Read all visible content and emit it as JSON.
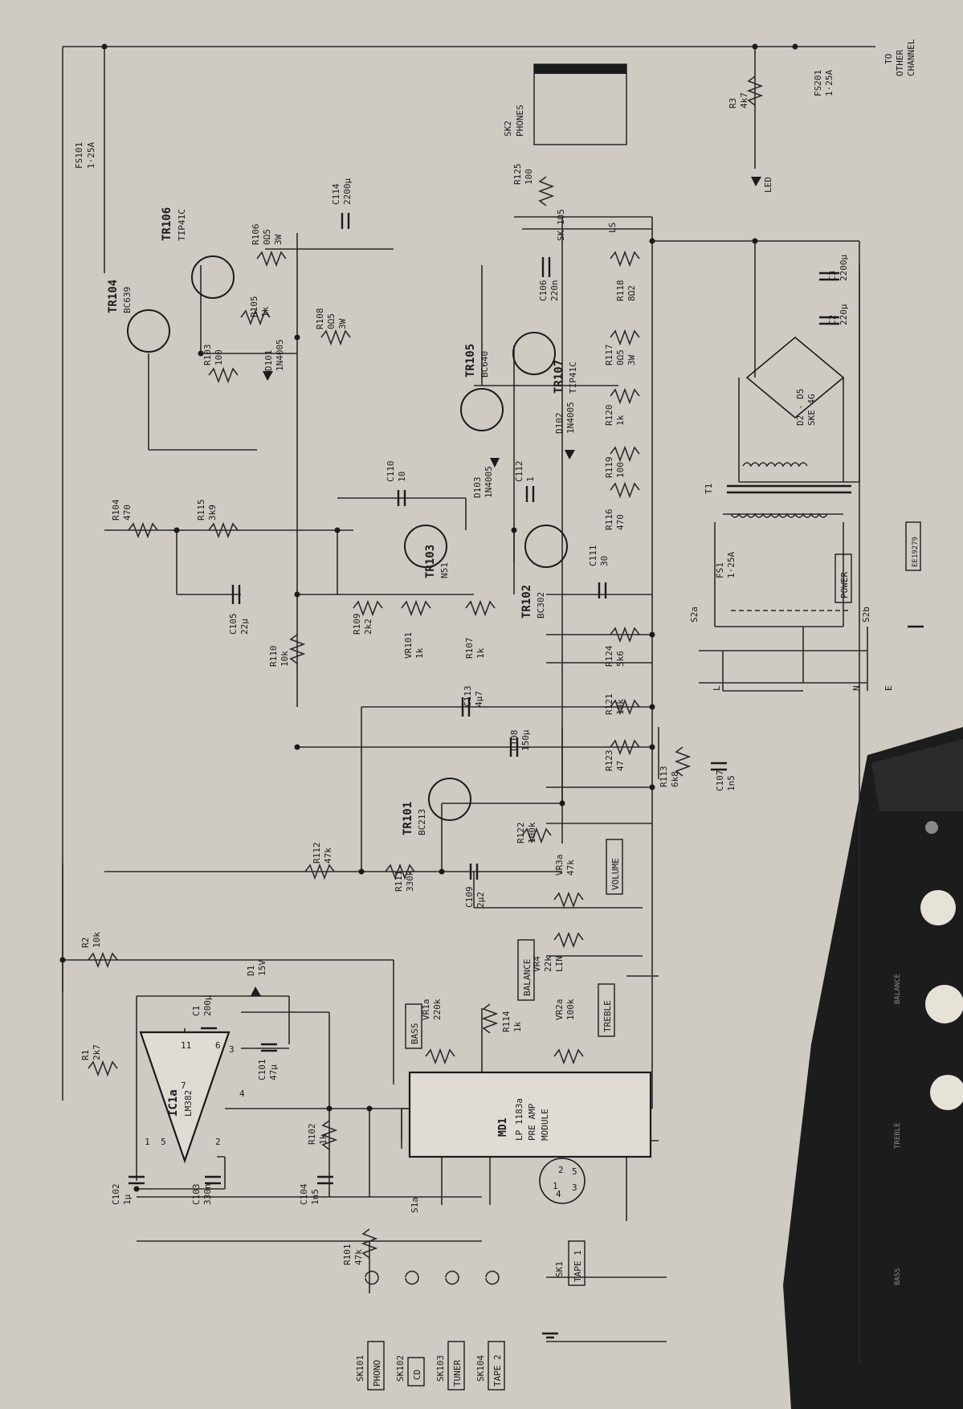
{
  "diagram": {
    "labels": {
      "fs101": "FS101",
      "fs101_val": "1·25A",
      "tr106": "TR106",
      "tr106_type": "TIP41C",
      "r106": "R106",
      "r106_val": "0Ω5",
      "r106_w": "3W",
      "c114": "C114",
      "c114_val": "2200µ",
      "r125": "R125",
      "r125_val": "100",
      "sk2": "SK2",
      "phones": "PHONES",
      "sk105": "SK 105",
      "ls": "LS",
      "r3": "R3",
      "r3_val": "4k7",
      "fs201": "FS201",
      "fs201_val": "1·25A",
      "to_other": "TO",
      "to_other2": "OTHER",
      "to_other3": "CHANNEL",
      "led": "LED",
      "tr104": "TR104",
      "tr104_type": "BC639",
      "r105": "R105",
      "r105_val": "1k",
      "c106": "C106",
      "c106_val": "220n",
      "r118": "R118",
      "r118_val": "8Ω2",
      "c3": "C3",
      "c3_val": "2200µ",
      "c2": "C2",
      "c2_val": "220µ",
      "r103": "R103",
      "r103_val": "100",
      "d101": "D101",
      "d101_type": "1N4005",
      "r108": "R108",
      "r108_val": "0Ω5",
      "r108_w": "3W",
      "tr105": "TR105",
      "tr105_type": "BC640",
      "tr107": "TR107",
      "tr107_type": "TIP41C",
      "r117": "R117",
      "r117_val": "0Ω5",
      "r117_w": "3W",
      "d2d5": "D2 - D5",
      "d2d5_type": "SKE 4G",
      "r120": "R120",
      "r120_val": "1k",
      "d102": "D102",
      "d102_type": "1N4005",
      "d103": "D103",
      "d103_type": "1N4005",
      "c110": "C110",
      "c110_val": "10",
      "c112": "C112",
      "c112_val": "1",
      "r119": "R119",
      "r119_val": "100",
      "r104": "R104",
      "r104_val": "470",
      "r115": "R115",
      "r115_val": "3k9",
      "r116": "R116",
      "r116_val": "470",
      "t1": "T1",
      "fs1": "FS1",
      "fs1_val": "1·25A",
      "c105": "C105",
      "c105_val": "22µ",
      "r109": "R109",
      "r109_val": "2k2",
      "tr103": "TR103",
      "tr103_type": "N51",
      "tr102": "TR102",
      "tr102_type": "BC302",
      "c111": "C111",
      "c111_val": "30",
      "power": "POWER",
      "s2a": "S2a",
      "s2b": "S2b",
      "r110": "R110",
      "r110_val": "10k",
      "vr101": "VR101",
      "vr101_val": "1k",
      "r107": "R107",
      "r107_val": "1k",
      "r124": "R124",
      "r124_val": "5k6",
      "l": "L",
      "n": "N",
      "e": "E",
      "c113": "C113",
      "c113_val": "4µ7",
      "r121": "R121",
      "r121_val": "10k",
      "c108": "C108",
      "c108_val": "150µ",
      "r123": "R123",
      "r123_val": "47",
      "r113": "R113",
      "r113_val": "6k8",
      "c107": "C107",
      "c107_val": "1n5",
      "tr101": "TR101",
      "tr101_type": "BC213",
      "r122": "R122",
      "r122_val": "100k",
      "r112": "R112",
      "r112_val": "47k",
      "r111": "R111",
      "r111_val": "330k",
      "c109": "C109",
      "c109_val": "2µ2",
      "vr3a": "VR3a",
      "vr3a_val": "47k",
      "volume": "VOLUME",
      "r2": "R2",
      "r2_val": "10k",
      "balance": "BALANCE",
      "vr4": "VR4",
      "vr4_val": "22k",
      "vr4_type": "LIN",
      "d1": "D1",
      "d1_val": "15V",
      "c1": "C1",
      "c1_val": "200µ",
      "bass": "BASS",
      "vr1a": "VR1a",
      "vr1a_val": "220k",
      "r114": "R114",
      "r114_val": "1k",
      "vr2a": "VR2a",
      "vr2a_val": "100k",
      "treble": "TREBLE",
      "r1": "R1",
      "r1_val": "2k7",
      "md1": "MD1",
      "md1_type": "LP 1183a",
      "md1_desc1": "PRE AMP",
      "md1_desc2": "MODULE",
      "ic1a": "IC1a",
      "ic1a_type": "LM382",
      "c101": "C101",
      "c101_val": "47µ",
      "r102": "R102",
      "r102_val": "1k",
      "c102": "C102",
      "c102_val": "1µ",
      "c103": "C103",
      "c103_val": "330n",
      "c104": "C104",
      "c104_val": "1n5",
      "r101": "R101",
      "r101_val": "47k",
      "s1a": "S1a",
      "sk1": "SK1",
      "tape1": "TAPE 1",
      "sk101": "SK101",
      "phono": "PHONO",
      "sk102": "SK102",
      "cd": "CD",
      "sk103": "SK103",
      "tuner": "TUNER",
      "sk104": "SK104",
      "tape2": "TAPE 2",
      "ref": "EE19279",
      "pin11": "11",
      "pin7": "7",
      "pin6": "6",
      "pin3": "3",
      "pin4": "4",
      "pin5": "5",
      "pin2": "2",
      "pin1": "1",
      "din1": "1",
      "din2": "2",
      "din3": "3",
      "din4": "4",
      "din5": "5"
    },
    "panel_labels": {
      "p1": "BALANCE",
      "p2": "TREBLE",
      "p3": "BASS"
    }
  },
  "colors": {
    "paper": "#cfcbc3",
    "ink": "#1b1b1b",
    "photo_panel": "#1c1c1c"
  }
}
